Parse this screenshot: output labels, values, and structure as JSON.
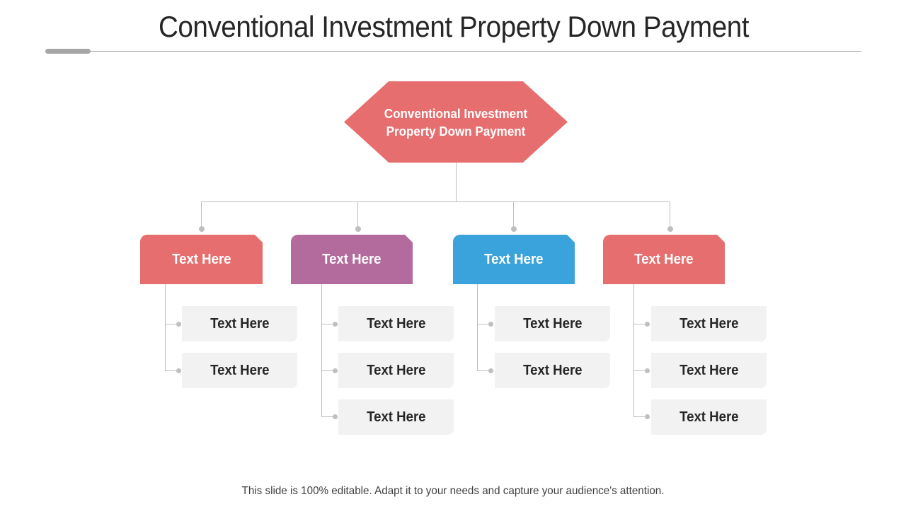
{
  "slide": {
    "title": "Conventional Investment Property Down Payment",
    "footer": "This slide is 100% editable. Adapt it to your needs and capture your audience's attention."
  },
  "colors": {
    "root": "#e76e6f",
    "category_1": "#e76e6f",
    "category_2": "#b26b9c",
    "category_3": "#3ba3dc",
    "category_4": "#e76e6f",
    "sub_box": "#f2f2f2",
    "connector": "#bfbfbf"
  },
  "root": {
    "label": "Conventional Investment Property Down Payment"
  },
  "categories": [
    {
      "label": "Text Here",
      "items": [
        "Text Here",
        "Text Here"
      ]
    },
    {
      "label": "Text Here",
      "items": [
        "Text Here",
        "Text Here",
        "Text Here"
      ]
    },
    {
      "label": "Text Here",
      "items": [
        "Text Here",
        "Text Here"
      ]
    },
    {
      "label": "Text Here",
      "items": [
        "Text Here",
        "Text Here",
        "Text Here"
      ]
    }
  ]
}
